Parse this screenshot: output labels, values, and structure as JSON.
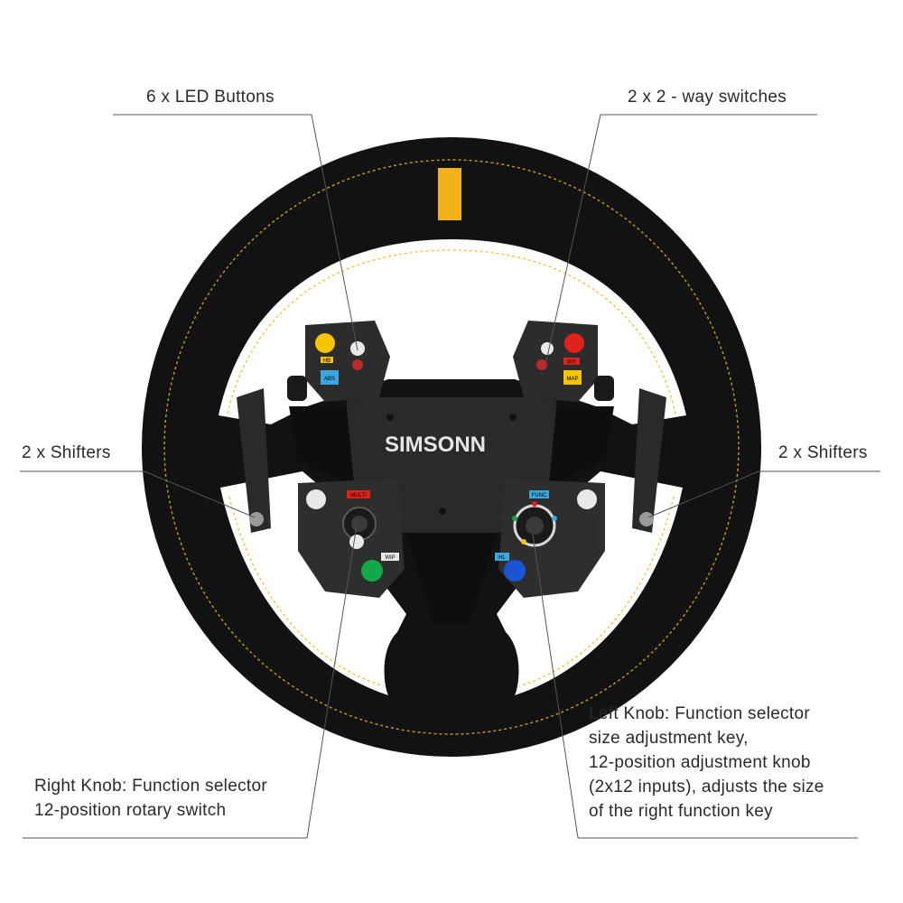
{
  "callouts": {
    "led_buttons": "6 x LED Buttons",
    "switches": "2 x 2 - way switches",
    "shifters_left": "2 x Shifters",
    "shifters_right": "2 x Shifters",
    "right_knob": [
      "Right Knob: Function selector",
      "12-position rotary switch"
    ],
    "left_knob": [
      "Left Knob: Function selector",
      "size adjustment key,",
      "12-position adjustment knob",
      "(2x12 inputs), adjusts the size",
      "of the right function key"
    ]
  },
  "wheel": {
    "brand": "SIMSONN",
    "left_panel": {
      "top_tags": [
        "HB",
        "ABS"
      ],
      "bottom_tags": [
        "MULTI",
        "WIP"
      ]
    },
    "right_panel": {
      "top_tags": [
        "PIT",
        "MAP"
      ],
      "bottom_tags": [
        "FUNC",
        "HL"
      ]
    },
    "colors": {
      "leather": "#121212",
      "stitch": "#e8b520",
      "center_stripe": "#f1b21a",
      "plate": "#1c1c1c",
      "led_yellow": "#f5c400",
      "led_red": "#e0221b",
      "led_green": "#12a84a",
      "led_blue": "#1a55d6",
      "led_white": "#e9e9e9"
    }
  }
}
